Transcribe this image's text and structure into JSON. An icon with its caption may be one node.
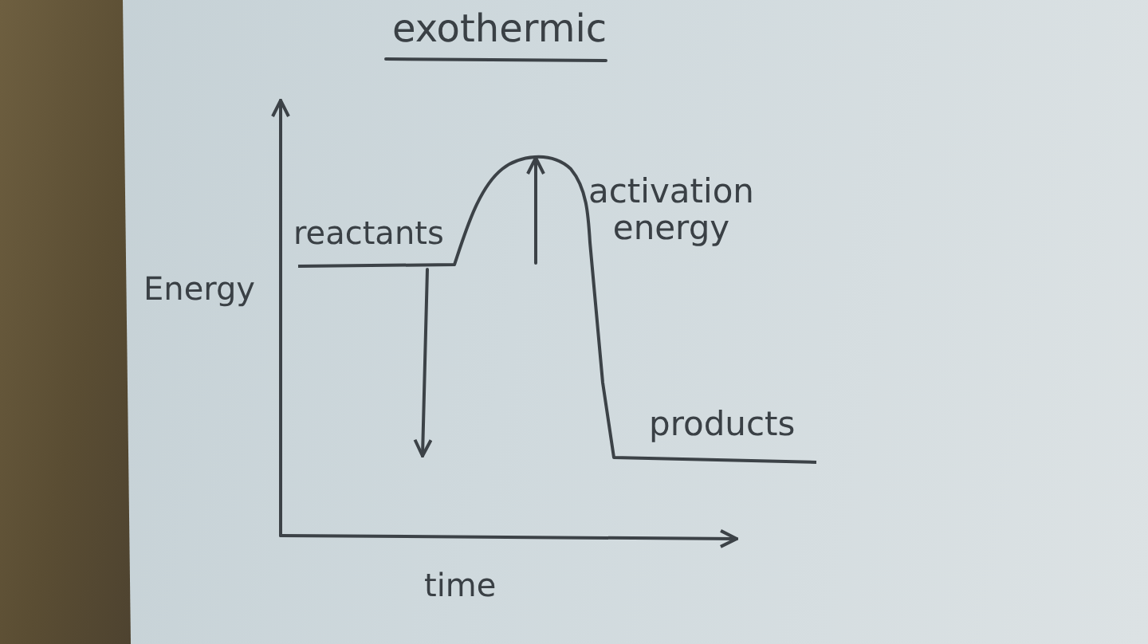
{
  "diagram": {
    "title": "exothermic",
    "labels": [
      "activation energy",
      "reactants",
      "Energy",
      "products",
      "time"
    ]
  }
}
